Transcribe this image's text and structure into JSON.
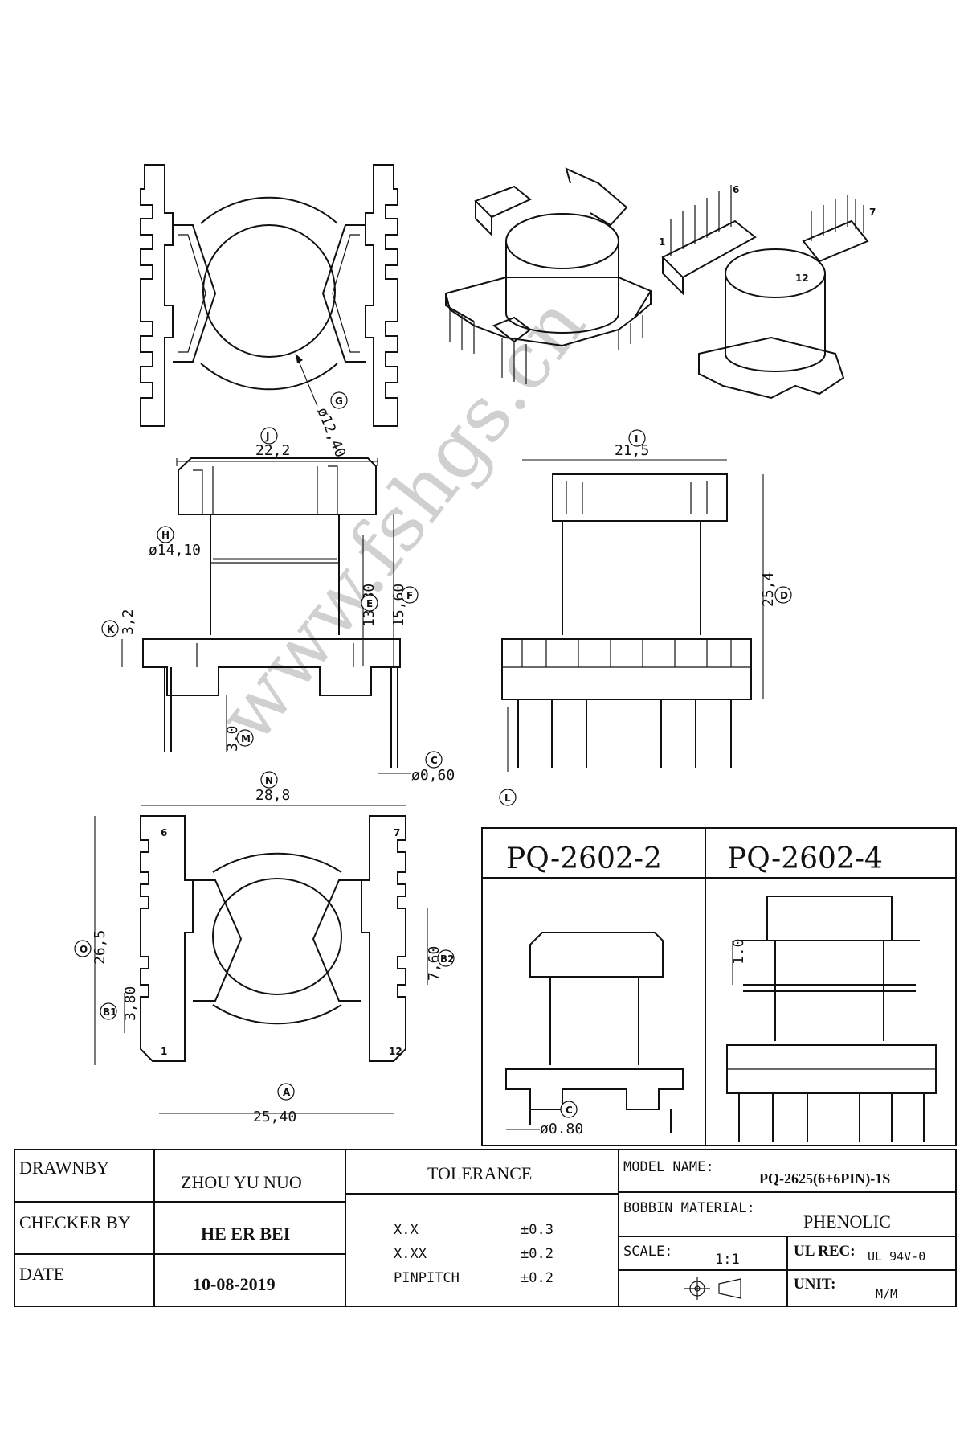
{
  "watermark": "www.fshgs.cn",
  "markers": {
    "A": "A",
    "B1": "B1",
    "B2": "B2",
    "C": "C",
    "D": "D",
    "E": "E",
    "F": "F",
    "G": "G",
    "H": "H",
    "I": "I",
    "J": "J",
    "K": "K",
    "L": "L",
    "M": "M",
    "N": "N",
    "O": "O"
  },
  "dims": {
    "G": "ø12,40",
    "J": "22,2",
    "H": "ø14,10",
    "E": "13,80",
    "F": "15,60",
    "K": "3,2",
    "M": "3,0",
    "C": "ø0,60",
    "I": "21,5",
    "D": "25,4",
    "N": "28,8",
    "O": "26,5",
    "B2": "7,60",
    "B1": "3,80",
    "A": "25,40",
    "C2": "ø0.80",
    "gap": "1.0"
  },
  "pins": {
    "p6": "6",
    "p7": "7",
    "p1": "1",
    "p12": "12"
  },
  "iso_pins": {
    "p6": "6",
    "p7": "7",
    "p1": "1",
    "p12": "12"
  },
  "variants": {
    "v2": "PQ-2602-2",
    "v4": "PQ-2602-4"
  },
  "title_block": {
    "drawnby_label": "DRAWNBY",
    "drawnby_value": "ZHOU YU NUO",
    "checker_label": "CHECKER BY",
    "checker_value": "HE ER BEI",
    "date_label": "DATE",
    "date_value": "10-08-2019",
    "tolerance_label": "TOLERANCE",
    "tol": [
      {
        "k": "X.X",
        "v": "±0.3"
      },
      {
        "k": "X.XX",
        "v": "±0.2"
      },
      {
        "k": "PINPITCH",
        "v": "±0.2"
      }
    ],
    "model_label": "MODEL NAME:",
    "model_value": "PQ-2625(6+6PIN)-1S",
    "material_label": "BOBBIN MATERIAL:",
    "material_value": "PHENOLIC",
    "scale_label": "SCALE:",
    "scale_value": "1:1",
    "ul_label": "UL REC:",
    "ul_value": "UL 94V-0",
    "unit_label": "UNIT:",
    "unit_value": "M/M"
  }
}
